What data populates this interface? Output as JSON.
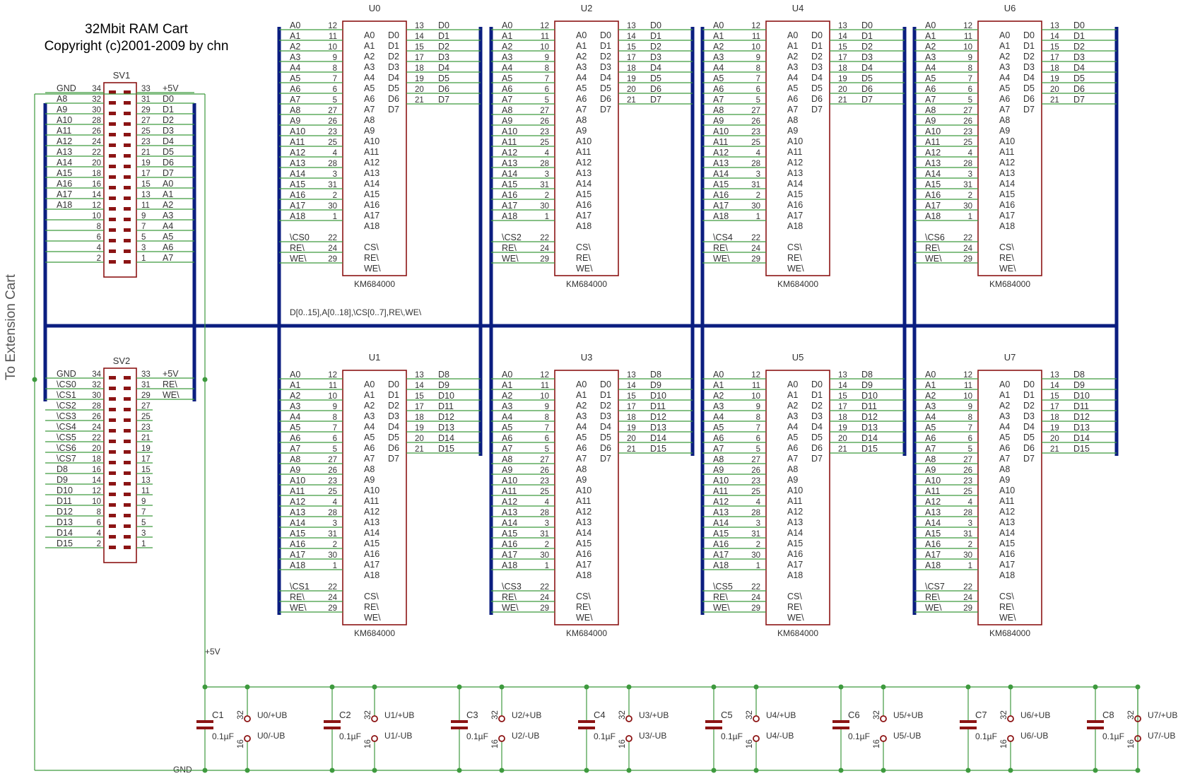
{
  "title": {
    "line1": "32Mbit RAM Cart",
    "line2": "Copyright (c)2001-2009 by chn"
  },
  "side_label": "To Extension Cart",
  "bus_label": "D[0..15],A[0..18],\\CS[0..7],RE\\,WE\\",
  "colors": {
    "wire": "#3e9a3e",
    "bus": "#0b1e80",
    "part": "#8c1414",
    "text": "#333333"
  },
  "net_labels": {
    "plus5v": "+5V",
    "gnd": "GND"
  },
  "chip": {
    "part_name": "KM684000",
    "addr_pins": [
      "A0",
      "A1",
      "A2",
      "A3",
      "A4",
      "A5",
      "A6",
      "A7",
      "A8",
      "A9",
      "A10",
      "A11",
      "A12",
      "A13",
      "A14",
      "A15",
      "A16",
      "A17",
      "A18"
    ],
    "addr_nums": [
      "12",
      "11",
      "10",
      "9",
      "8",
      "7",
      "6",
      "5",
      "27",
      "26",
      "23",
      "25",
      "4",
      "28",
      "3",
      "31",
      "2",
      "30",
      "1"
    ],
    "data_pins": [
      "D0",
      "D1",
      "D2",
      "D3",
      "D4",
      "D5",
      "D6",
      "D7"
    ],
    "data_nums": [
      "13",
      "14",
      "15",
      "17",
      "18",
      "19",
      "20",
      "21"
    ],
    "ctrl_pins": [
      "CS\\",
      "RE\\",
      "WE\\"
    ],
    "ctrl_nums": [
      "22",
      "24",
      "29"
    ],
    "ctrl_nets": [
      "RE\\",
      "WE\\"
    ]
  },
  "chips": [
    {
      "ref": "U0",
      "cs": "\\CS0",
      "data_nets": [
        "D0",
        "D1",
        "D2",
        "D3",
        "D4",
        "D5",
        "D6",
        "D7"
      ]
    },
    {
      "ref": "U2",
      "cs": "\\CS2",
      "data_nets": [
        "D0",
        "D1",
        "D2",
        "D3",
        "D4",
        "D5",
        "D6",
        "D7"
      ]
    },
    {
      "ref": "U4",
      "cs": "\\CS4",
      "data_nets": [
        "D0",
        "D1",
        "D2",
        "D3",
        "D4",
        "D5",
        "D6",
        "D7"
      ]
    },
    {
      "ref": "U6",
      "cs": "\\CS6",
      "data_nets": [
        "D0",
        "D1",
        "D2",
        "D3",
        "D4",
        "D5",
        "D6",
        "D7"
      ]
    },
    {
      "ref": "U1",
      "cs": "\\CS1",
      "data_nets": [
        "D8",
        "D9",
        "D10",
        "D11",
        "D12",
        "D13",
        "D14",
        "D15"
      ]
    },
    {
      "ref": "U3",
      "cs": "\\CS3",
      "data_nets": [
        "D8",
        "D9",
        "D10",
        "D11",
        "D12",
        "D13",
        "D14",
        "D15"
      ]
    },
    {
      "ref": "U5",
      "cs": "\\CS5",
      "data_nets": [
        "D8",
        "D9",
        "D10",
        "D11",
        "D12",
        "D13",
        "D14",
        "D15"
      ]
    },
    {
      "ref": "U7",
      "cs": "\\CS7",
      "data_nets": [
        "D8",
        "D9",
        "D10",
        "D11",
        "D12",
        "D13",
        "D14",
        "D15"
      ]
    }
  ],
  "connectors": [
    {
      "ref": "SV1",
      "left": [
        {
          "net": "GND",
          "num": "34"
        },
        {
          "net": "A8",
          "num": "32"
        },
        {
          "net": "A9",
          "num": "30"
        },
        {
          "net": "A10",
          "num": "28"
        },
        {
          "net": "A11",
          "num": "26"
        },
        {
          "net": "A12",
          "num": "24"
        },
        {
          "net": "A13",
          "num": "22"
        },
        {
          "net": "A14",
          "num": "20"
        },
        {
          "net": "A15",
          "num": "18"
        },
        {
          "net": "A16",
          "num": "16"
        },
        {
          "net": "A17",
          "num": "14"
        },
        {
          "net": "A18",
          "num": "12"
        },
        {
          "net": "",
          "num": "10"
        },
        {
          "net": "",
          "num": "8"
        },
        {
          "net": "",
          "num": "6"
        },
        {
          "net": "",
          "num": "4"
        },
        {
          "net": "",
          "num": "2"
        }
      ],
      "right": [
        {
          "net": "+5V",
          "num": "33"
        },
        {
          "net": "D0",
          "num": "31"
        },
        {
          "net": "D1",
          "num": "29"
        },
        {
          "net": "D2",
          "num": "27"
        },
        {
          "net": "D3",
          "num": "25"
        },
        {
          "net": "D4",
          "num": "23"
        },
        {
          "net": "D5",
          "num": "21"
        },
        {
          "net": "D6",
          "num": "19"
        },
        {
          "net": "D7",
          "num": "17"
        },
        {
          "net": "A0",
          "num": "15"
        },
        {
          "net": "A1",
          "num": "13"
        },
        {
          "net": "A2",
          "num": "11"
        },
        {
          "net": "A3",
          "num": "9"
        },
        {
          "net": "A4",
          "num": "7"
        },
        {
          "net": "A5",
          "num": "5"
        },
        {
          "net": "A6",
          "num": "3"
        },
        {
          "net": "A7",
          "num": "1"
        }
      ]
    },
    {
      "ref": "SV2",
      "left": [
        {
          "net": "GND",
          "num": "34"
        },
        {
          "net": "\\CS0",
          "num": "32"
        },
        {
          "net": "\\CS1",
          "num": "30"
        },
        {
          "net": "\\CS2",
          "num": "28"
        },
        {
          "net": "\\CS3",
          "num": "26"
        },
        {
          "net": "\\CS4",
          "num": "24"
        },
        {
          "net": "\\CS5",
          "num": "22"
        },
        {
          "net": "\\CS6",
          "num": "20"
        },
        {
          "net": "\\CS7",
          "num": "18"
        },
        {
          "net": "D8",
          "num": "16"
        },
        {
          "net": "D9",
          "num": "14"
        },
        {
          "net": "D10",
          "num": "12"
        },
        {
          "net": "D11",
          "num": "10"
        },
        {
          "net": "D12",
          "num": "8"
        },
        {
          "net": "D13",
          "num": "6"
        },
        {
          "net": "D14",
          "num": "4"
        },
        {
          "net": "D15",
          "num": "2"
        }
      ],
      "right": [
        {
          "net": "+5V",
          "num": "33"
        },
        {
          "net": "RE\\",
          "num": "31"
        },
        {
          "net": "WE\\",
          "num": "29"
        },
        {
          "net": "",
          "num": "27"
        },
        {
          "net": "",
          "num": "25"
        },
        {
          "net": "",
          "num": "23"
        },
        {
          "net": "",
          "num": "21"
        },
        {
          "net": "",
          "num": "19"
        },
        {
          "net": "",
          "num": "17"
        },
        {
          "net": "",
          "num": "15"
        },
        {
          "net": "",
          "num": "13"
        },
        {
          "net": "",
          "num": "11"
        },
        {
          "net": "",
          "num": "9"
        },
        {
          "net": "",
          "num": "7"
        },
        {
          "net": "",
          "num": "5"
        },
        {
          "net": "",
          "num": "3"
        },
        {
          "net": "",
          "num": "1"
        }
      ]
    }
  ],
  "capacitors": [
    {
      "ref": "C1",
      "value": "0.1µF",
      "plus": "U0/+UB",
      "minus": "U0/-UB",
      "pin_plus": "32",
      "pin_minus": "16"
    },
    {
      "ref": "C2",
      "value": "0.1µF",
      "plus": "U1/+UB",
      "minus": "U1/-UB",
      "pin_plus": "32",
      "pin_minus": "16"
    },
    {
      "ref": "C3",
      "value": "0.1µF",
      "plus": "U2/+UB",
      "minus": "U2/-UB",
      "pin_plus": "32",
      "pin_minus": "16"
    },
    {
      "ref": "C4",
      "value": "0.1µF",
      "plus": "U3/+UB",
      "minus": "U3/-UB",
      "pin_plus": "32",
      "pin_minus": "16"
    },
    {
      "ref": "C5",
      "value": "0.1µF",
      "plus": "U4/+UB",
      "minus": "U4/-UB",
      "pin_plus": "32",
      "pin_minus": "16"
    },
    {
      "ref": "C6",
      "value": "0.1µF",
      "plus": "U5/+UB",
      "minus": "U5/-UB",
      "pin_plus": "32",
      "pin_minus": "16"
    },
    {
      "ref": "C7",
      "value": "0.1µF",
      "plus": "U6/+UB",
      "minus": "U6/-UB",
      "pin_plus": "32",
      "pin_minus": "16"
    },
    {
      "ref": "C8",
      "value": "0.1µF",
      "plus": "U7/+UB",
      "minus": "U7/-UB",
      "pin_plus": "32",
      "pin_minus": "16"
    }
  ]
}
